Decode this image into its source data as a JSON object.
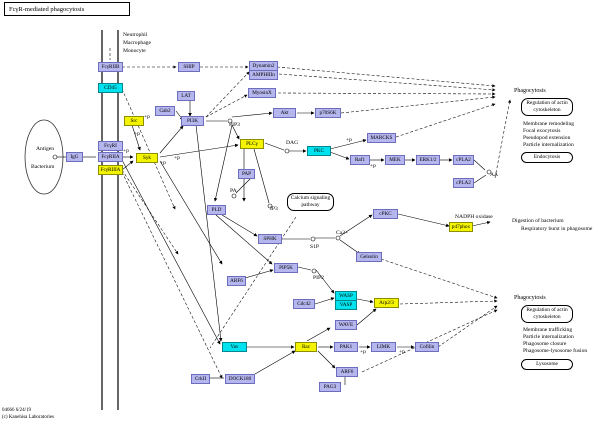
{
  "title": "FcγR-mediated phagocytosis",
  "cell_types": [
    "Neutrophil",
    "Macrophage",
    "Monocyte"
  ],
  "antigen": {
    "top": "Antigen",
    "bottom": "Bacterium"
  },
  "nodes": {
    "fcgr2b": "FcγRIIB",
    "cd45": "CD45",
    "src": "Src",
    "igg": "IgG",
    "fcgr1": "FcγRI",
    "fcgr2a": "FcγRIIA",
    "fcgr3a": "FcγRIIIA",
    "syk": "Syk",
    "ship": "SHIP",
    "lat": "LAT",
    "gab2": "Gab2",
    "pi3k": "PI3K",
    "dynamin2": "Dynamin2",
    "amphiphysin": "AMPHIIIn",
    "myosinx": "MyosinX",
    "akt": "Akt",
    "p70s6k": "p70S6K",
    "plcg": "PLCγ",
    "pkc": "PKC",
    "marcks": "MARCKS",
    "raf1": "Raf1",
    "mek": "MEK",
    "erk": "ERK1/2",
    "cpla2_a": "cPLA2",
    "cpla2_b": "cPLA2",
    "pap": "PAP",
    "pld": "PLD",
    "cpkc": "cPKC",
    "p47phox": "p47phox",
    "sphk": "SPHK",
    "gelsolin": "Gelsolin",
    "pip5k": "PIP5K",
    "arf6_a": "ARF6",
    "cdc42": "Cdc42",
    "wasp": "WASP",
    "vasp": "VASP",
    "arp23": "Arp2/3",
    "wave": "WAVE",
    "vav": "Vav",
    "rac": "Rac",
    "pak1": "PAK1",
    "limk": "LIMK",
    "cofilin": "Cofilin",
    "arf6_b": "ARF6",
    "pag3": "PAG3",
    "crkii": "CrkII",
    "dock180": "DOCK180"
  },
  "compounds": {
    "pip3": "PIP3",
    "dag": "DAG",
    "pa": "PA",
    "ip3": "IP3",
    "s1p": "S1P",
    "ca": "Ca2+",
    "pip2": "PIP2",
    "aa": "AA"
  },
  "plus_p": "+p",
  "calcium_box": "Calcium signaling pathway",
  "outcomes": {
    "phagocytosis_1": "Phagocytosis",
    "actin_1": "Regulation of actin cytoskeleton",
    "list_1": [
      "Membrane remodeling",
      "Focal exocytosis",
      "Pseudopod extension",
      "Particle internalization"
    ],
    "endocytosis": "Endocytosis",
    "nadph": "NADPH oxidase",
    "digestion": "Digestion of bacterium",
    "respiratory": "Respiratory burst in phagosome",
    "phagocytosis_2": "Phagocytosis",
    "actin_2": "Regulation of actin cytoskeleton",
    "list_2": [
      "Membrane trafficking",
      "Particle internalization",
      "Phagosome closure",
      "Phagosome-lysosome fusion"
    ],
    "lysosome": "Lysosome"
  },
  "footer": {
    "line1": "04666 6/24/19",
    "line2": "(c) Kanehisa Laboratories"
  },
  "colors": {
    "gene_default": "#b6b6ee",
    "gene_highlight_yellow": "#f4f400",
    "gene_highlight_cyan": "#00e3ee"
  }
}
